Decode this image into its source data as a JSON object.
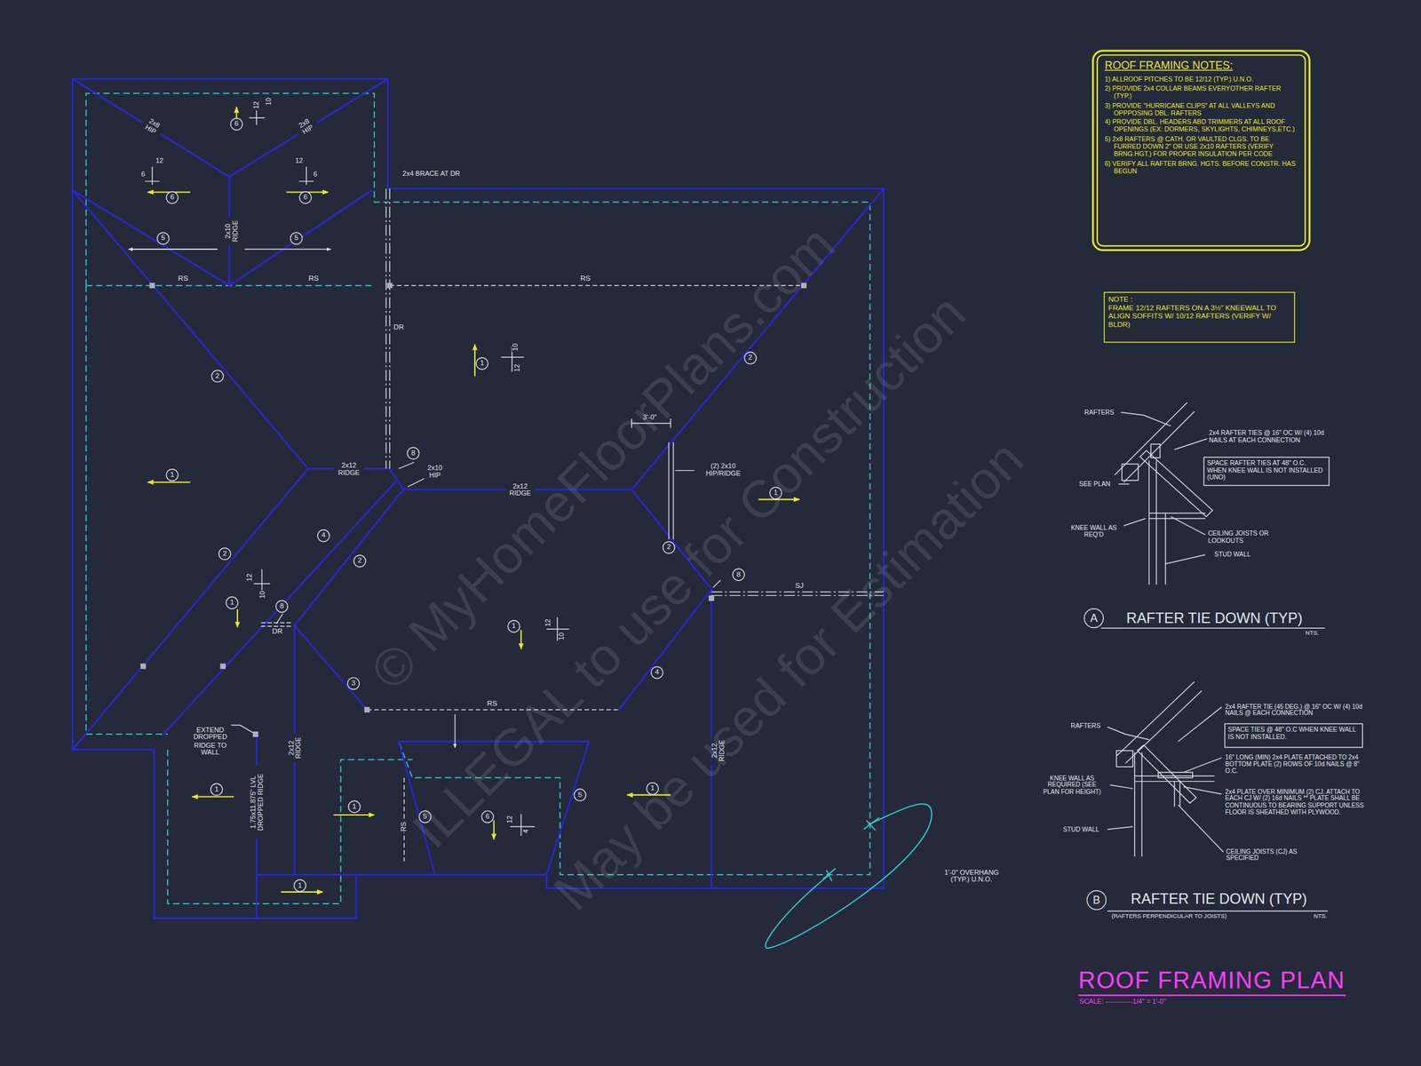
{
  "diagram": {
    "title": "ROOF FRAMING PLAN",
    "nodes": [
      {
        "text": [
          "ROOF FRAMING NOTES:",
          "1) ALLROOF PITCHES TO BE 12/12 (TYP.) U.N.O.",
          "2) PROVIDE 2x4 COLLAR BEAMS EVERYOTHER RAFTER (TYP.)",
          "3) PROVIDE \"HURRICANE CLIPS\" AT ALL VALLEYS AND OPPPOSING DBL. RAFTERS",
          "4) PROVIDE DBL. HEADERS ABD TRIMMERS AT ALL ROOF OPENINGS (EX: DORMERS, SKYLIGHTS, CHIMNEYS,ETC.)",
          "5) 2x8 RAFTERS @ CATH. OR VAULTED CLGS. TO BE FURRED DOWN 2\" OR USE 2x10 RAFTERS (VERIFY BRNG.HGT.) FOR PROPER INSULATION PER CODE",
          "6) VERIFY ALL RAFTER BRNG. HGTS. BEFORE CONSTR. HAS BEGUN"
        ]
      },
      {
        "text": [
          "NOTE :",
          "FRAME 12/12 RAFTERS ON A 3½\" KNEEWALL TO ALIGN SOFFITS W/ 10/12 RAFTERS (VERIFY W/ BLDR)"
        ]
      },
      {
        "text": [
          "SPACE RAFTER TIES AT 48\" O.C. WHEN KNEE WALL IS NOT INSTALLED (UNO)"
        ]
      },
      {
        "text": [
          "SPACE TIES @ 48\" O.C WHEN KNEE WALL IS NOT INSTALLED."
        ]
      }
    ],
    "labels": [
      "2x8 HIP",
      "2x8 HIP",
      "6",
      "12",
      "10",
      "6",
      "12",
      "12",
      "6",
      "6",
      "6",
      "2x10 RIDGE",
      "5",
      "5",
      "RS",
      "RS",
      "2x4 BRACE AT DR",
      "RS",
      "DR",
      "1",
      "12",
      "10",
      "2",
      "2",
      "1",
      "2x12 RIDGE",
      "8",
      "2x10 HIP",
      "2x12 RIDGE",
      "3'-0\"",
      "(2) 2x10 HIP/RIDGE",
      "1",
      "2",
      "4",
      "2",
      "2",
      "12",
      "10",
      "1",
      "8",
      "DR",
      "1",
      "12",
      "10",
      "8",
      "SJ",
      "3",
      "4",
      "RS",
      "EXTEND DROPPED RIDGE TO WALL",
      "1.75x11.875\" LVL DROPPED RIDGE",
      "2x12 RIDGE",
      "1",
      "1",
      "RS",
      "5",
      "6",
      "12",
      "4",
      "5",
      "1",
      "2x12 RIDGE",
      "1",
      "1'-0\" OVERHANG (TYP.) U.N.O.",
      "RAFTERS",
      "2x4 RAFTER TIES @ 16\" OC W/ (4) 10d NAILS AT EACH CONNECTION",
      "SEE PLAN",
      "KNEE WALL AS REQ'D",
      "CEILING JOISTS OR LOOKOUTS",
      "STUD WALL",
      "A",
      "RAFTER TIE DOWN (TYP)",
      "NTS.",
      "RAFTERS",
      "2x4 RAFTER TIE (45 DEG.) @ 16\" OC W/ (4) 10d NAILS @ EACH CONNECTION",
      "16\" LONG (MIN) 2x4 PLATE ATTACHED TO 2x4 BOTTOM PLATE (2) ROWS OF 10d NAILS @ 8\" O.C.",
      "KNEE WALL AS REQUIRED (SEE PLAN FOR HEIGHT)",
      "2x4 PLATE OVER MINIMUM (2) CJ. ATTACH TO EACH CJ W/ (2) 16d NAILS ** PLATE SHALL BE CONTINUOUS TO BEARING SUPPORT UNLESS FLOOR IS SHEATHED WITH PLYWOOD.",
      "STUD WALL",
      "CEILING JOISTS (CJ) AS SPECIFIED",
      "B",
      "RAFTER TIE DOWN (TYP)",
      "(RAFTERS PERPENDICULAR TO JOISTS)",
      "NTS.",
      "SCALE: ------------1/4\" = 1'-0\"",
      "© MyHomeFloorPlans.com",
      "ILLEGAL to use for Construction",
      "May be used for Estimation"
    ]
  }
}
